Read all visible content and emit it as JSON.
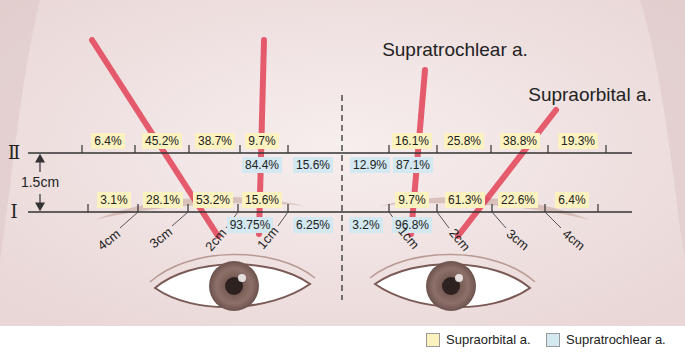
{
  "diagram": {
    "nodes": [
      {
        "text": [
          "6.4%"
        ]
      },
      {
        "text": [
          "45.2%"
        ]
      },
      {
        "text": [
          "38.7%"
        ]
      },
      {
        "text": [
          "9.7%"
        ]
      },
      {
        "text": [
          "16.1%"
        ]
      },
      {
        "text": [
          "25.8%"
        ]
      },
      {
        "text": [
          "38.8%"
        ]
      },
      {
        "text": [
          "19.3%"
        ]
      },
      {
        "text": [
          "84.4%"
        ]
      },
      {
        "text": [
          "15.6%"
        ]
      },
      {
        "text": [
          "12.9%"
        ]
      },
      {
        "text": [
          "87.1%"
        ]
      },
      {
        "text": [
          "3.1%"
        ]
      },
      {
        "text": [
          "28.1%"
        ]
      },
      {
        "text": [
          "53.2%"
        ]
      },
      {
        "text": [
          "15.6%"
        ]
      },
      {
        "text": [
          "9.7%"
        ]
      },
      {
        "text": [
          "61.3%"
        ]
      },
      {
        "text": [
          "22.6%"
        ]
      },
      {
        "text": [
          "6.4%"
        ]
      },
      {
        "text": [
          "93.75%"
        ]
      },
      {
        "text": [
          "6.25%"
        ]
      },
      {
        "text": [
          "3.2%"
        ]
      },
      {
        "text": [
          "96.8%"
        ]
      }
    ],
    "labels": [
      "Supratrochlear a.",
      "Supraorbital a.",
      "Ⅱ",
      "1.5cm",
      "Ⅰ",
      "4cm",
      "3cm",
      "2cm",
      "1cm",
      "1cm",
      "2cm",
      "3cm",
      "4cm"
    ],
    "legend": [
      {
        "text": "Supraorbital a.",
        "color": "#fbf2bf"
      },
      {
        "text": "Supratrochlear a.",
        "color": "#d3e8f1"
      }
    ]
  }
}
